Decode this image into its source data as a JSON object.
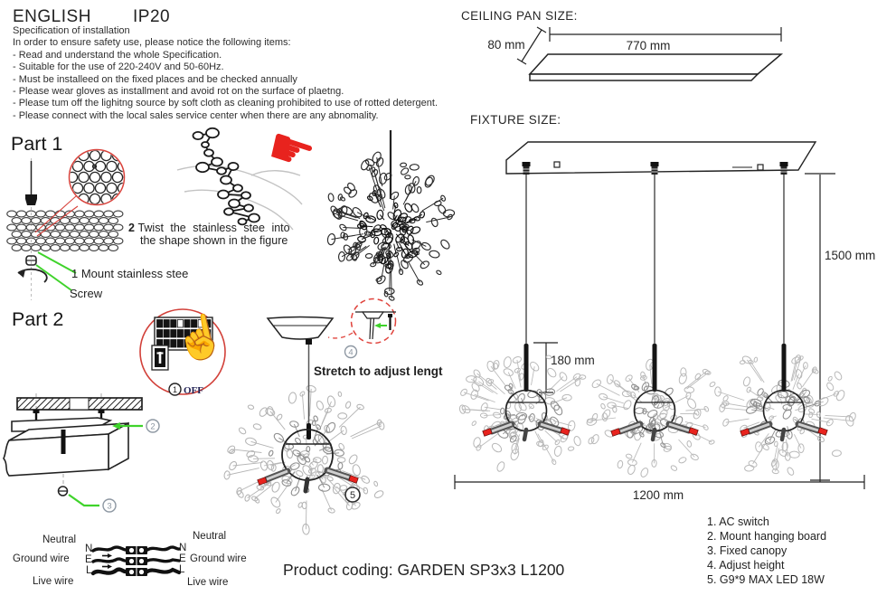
{
  "header": {
    "language": "ENGLISH",
    "ip_rating": "IP20"
  },
  "spec": {
    "title": "Specification of installation",
    "intro": "In order to ensure safety use, please notice the following items:",
    "items": [
      "- Read and understand the whole Specification.",
      "- Suitable for the use of 220-240V and 50-60Hz.",
      "- Must be installeed on the fixed places and be checked annually",
      "- Please wear gloves as installment and avoid rot on the surface of plaetng.",
      "- Please tum off the lighitng source by soft cloth as cleaning prohibited to use of rotted detergent.",
      "- Please connect with the local sales service center when there are any abnomality."
    ]
  },
  "part1": {
    "title": "Part 1",
    "step2_num": "2",
    "step2_line1": "Twist  the  stainless  stee  into",
    "step2_line2": "the shape shown in the figure",
    "step1": "1 Mount stainless stee",
    "screw_label": "Screw"
  },
  "part2": {
    "title": "Part 2",
    "switch_marker": "1",
    "switch_label": "OFF",
    "marker2": "2",
    "marker3": "3",
    "marker4": "4",
    "marker5": "5",
    "stretch_label": "Stretch to adjust lengt"
  },
  "ceiling_pan": {
    "title": "CEILING PAN  SIZE:",
    "depth_label": "80 mm",
    "width_label": "770 mm"
  },
  "fixture": {
    "title": "FIXTURE SIZE:",
    "drop_label": "1500 mm",
    "rod_label": "180 mm",
    "length_label": "1200 mm"
  },
  "parts_list": {
    "items": [
      "1. AC switch",
      "2. Mount hanging board",
      "3. Fixed canopy",
      "4. Adjust height",
      "5. G9*9 MAX LED 18W"
    ]
  },
  "wiring": {
    "left": {
      "neutral": "Neutral",
      "n": "N",
      "ground": "Ground wire",
      "e": "E",
      "l": "L",
      "live": "Live wire"
    },
    "right": {
      "neutral": "Neutral",
      "n": "N",
      "ground": "Ground wire",
      "e": "E",
      "l": "L",
      "live": "Live wire"
    }
  },
  "footer": {
    "product_coding": "Product coding: GARDEN SP3x3 L1200"
  },
  "colors": {
    "red": "#e8231e",
    "green": "#3fd32b",
    "marker_gray": "#8d97a2",
    "cloud_gray": "#b5b5b5",
    "ink": "#222222"
  }
}
